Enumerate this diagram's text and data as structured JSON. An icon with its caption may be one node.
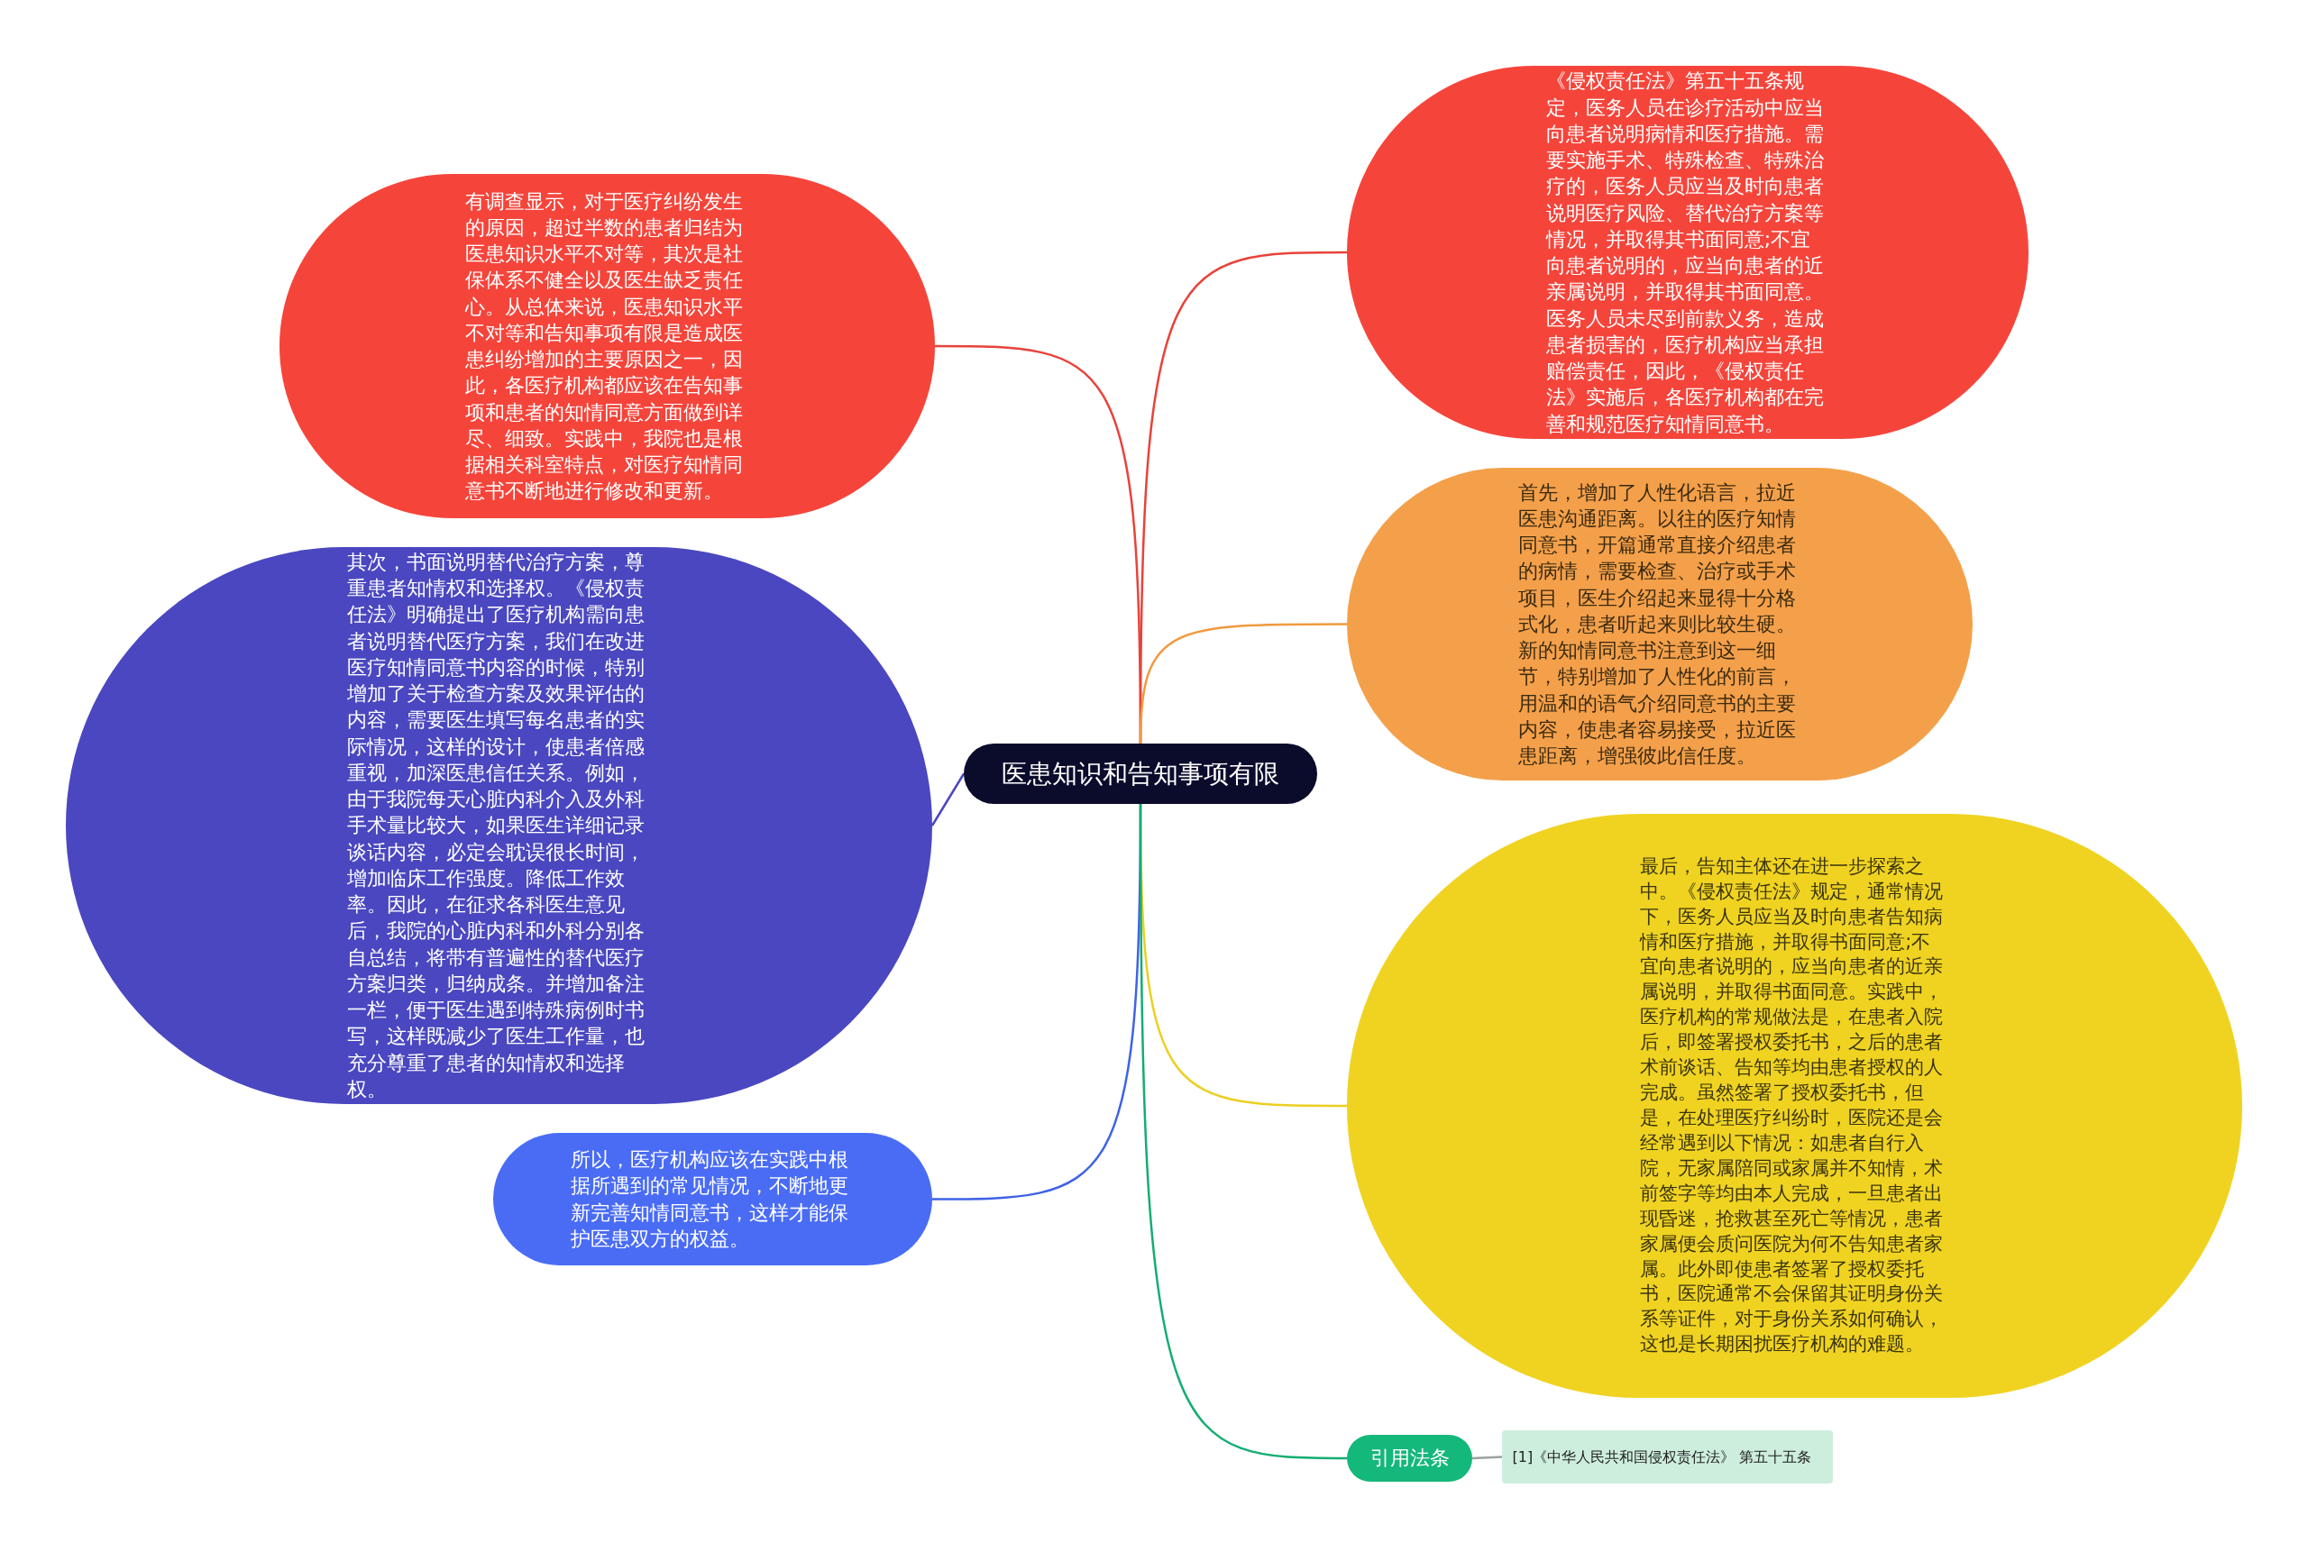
{
  "diagram": {
    "nodes": [
      {
        "text": [
          "医患知识和告知事项有限"
        ]
      },
      {
        "text": [
          "有调查显示，对于医疗纠纷发生的原因，超过半数的患者归结为医患知识水平不对等，其次是社保体系不健全以及医生缺乏责任心。从总体来说，医患知识水平不对等和告知事项有限是造成医患纠纷增加的主要原因之一，因此，各医疗机构都应该在告知事项和患者的知情同意方面做到详尽、细致。实践中，我院也是根据相关科室特点，对医疗知情同意书不断地进行修改和更新。"
        ]
      },
      {
        "text": [
          "其次，书面说明替代治疗方案，尊重患者知情权和选择权。《侵权责任法》明确提出了医疗机构需向患者说明替代医疗方案，我们在改进医疗知情同意书内容的时候，特别增加了关于检查方案及效果评估的内容，需要医生填写每名患者的实际情况，这样的设计，使患者倍感重视，加深医患信任关系。例如，由于我院每天心脏内科介入及外科手术量比较大，如果医生详细记录谈话内容，必定会耽误很长时间，增加临床工作强度。降低工作效率。因此，在征求各科医生意见后，我院的心脏内科和外科分别各自总结，将带有普遍性的替代医疗方案归类，归纳成条。并增加备注一栏，便于医生遇到特殊病例时书写，这样既减少了医生工作量，也充分尊重了患者的知情权和选择权。"
        ]
      },
      {
        "text": [
          "所以，医疗机构应该在实践中根据所遇到的常见情况，不断地更新完善知情同意书，这样才能保护医患双方的权益。"
        ]
      },
      {
        "text": [
          "《侵权责任法》第五十五条规定，医务人员在诊疗活动中应当向患者说明病情和医疗措施。需要实施手术、特殊检查、特殊治疗的，医务人员应当及时向患者说明医疗风险、替代治疗方案等情况，并取得其书面同意;不宜向患者说明的，应当向患者的近亲属说明，并取得其书面同意。医务人员未尽到前款义务，造成患者损害的，医疗机构应当承担赔偿责任，因此，《侵权责任法》实施后，各医疗机构都在完善和规范医疗知情同意书。"
        ]
      },
      {
        "text": [
          "首先，增加了人性化语言，拉近医患沟通距离。以往的医疗知情同意书，开篇通常直接介绍患者的病情，需要检查、治疗或手术项目，医生介绍起来显得十分格式化，患者听起来则比较生硬。新的知情同意书注意到这一细节，特别增加了人性化的前言，用温和的语气介绍同意书的主要内容，使患者容易接受，拉近医患距离，增强彼此信任度。"
        ]
      },
      {
        "text": [
          "最后，告知主体还在进一步探索之中。《侵权责任法》规定，通常情况下，医务人员应当及时向患者告知病情和医疗措施，并取得书面同意;不宜向患者说明的，应当向患者的近亲属说明，并取得书面同意。实践中，医疗机构的常规做法是，在患者入院后，即签署授权委托书，之后的患者术前谈话、告知等均由患者授权的人完成。虽然签署了授权委托书，但是，在处理医疗纠纷时，医院还是会经常遇到以下情况：如患者自行入院，无家属陪同或家属并不知情，术前签字等均由本人完成，一旦患者出现昏迷，抢救甚至死亡等情况，患者家属便会质问医院为何不告知患者家属。此外即使患者签署了授权委托书，医院通常不会保留其证明身份关系等证件，对于身份关系如何确认，这也是长期困扰医疗机构的难题。"
        ]
      },
      {
        "text": [
          "引用法条"
        ]
      },
      {
        "text": [
          "[1]《中华人民共和国侵权责任法》 第五十五条"
        ]
      }
    ],
    "edges": [
      {
        "from": 0,
        "to": 1,
        "arrow": "none",
        "color": "#e8433a"
      },
      {
        "from": 0,
        "to": 4,
        "arrow": "none",
        "color": "#e8433a"
      },
      {
        "from": 0,
        "to": 5,
        "arrow": "none",
        "color": "#f09a3e"
      },
      {
        "from": 0,
        "to": 2,
        "arrow": "none",
        "color": "#4a47c0"
      },
      {
        "from": 0,
        "to": 6,
        "arrow": "none",
        "color": "#eccf22"
      },
      {
        "from": 0,
        "to": 3,
        "arrow": "none",
        "color": "#3f63e6"
      },
      {
        "from": 0,
        "to": 7,
        "arrow": "none",
        "color": "#14ad72"
      },
      {
        "from": 7,
        "to": 8,
        "arrow": "none",
        "color": "#9aa3a0"
      }
    ]
  }
}
